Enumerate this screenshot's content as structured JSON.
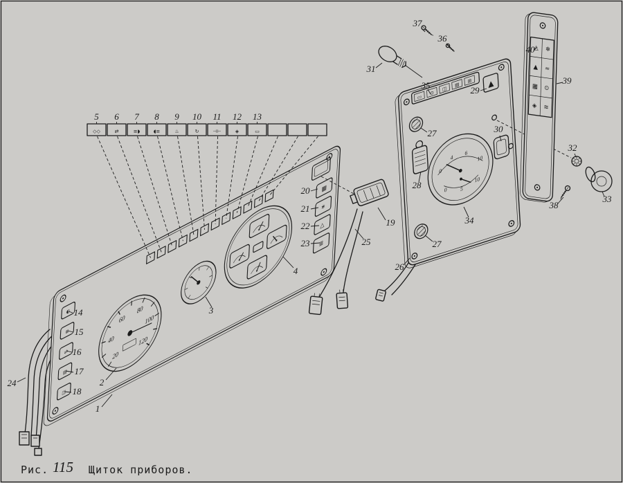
{
  "colors": {
    "bg": "#cccbc8",
    "line": "#1b1b1b"
  },
  "figure": {
    "prefix": "Рис.",
    "number": "115",
    "caption": "Щиток приборов."
  },
  "callouts": {
    "c1": "1",
    "c2": "2",
    "c3": "3",
    "c4": "4",
    "c5": "5",
    "c6": "6",
    "c7": "7",
    "c8": "8",
    "c9": "9",
    "c10": "10",
    "c11": "11",
    "c12": "12",
    "c13": "13",
    "c14": "14",
    "c15": "15",
    "c16": "16",
    "c17": "17",
    "c18": "18",
    "c19": "19",
    "c20": "20",
    "c21": "21",
    "c22": "22",
    "c23": "23",
    "c24": "24",
    "c25": "25",
    "c26": "26",
    "c27": "27",
    "c28": "28",
    "c29": "29",
    "c30": "30",
    "c31": "31",
    "c32": "32",
    "c33": "33",
    "c34": "34",
    "c35": "35",
    "c36": "36",
    "c37": "37",
    "c38": "38",
    "c39": "39",
    "c40": "40"
  },
  "speedometer": {
    "ticks": [
      "20",
      "40",
      "60",
      "80",
      "100",
      "120"
    ]
  },
  "combo_gauge": {
    "scale_top": [
      "0",
      "4",
      "6",
      "10"
    ],
    "scale_bottom": [
      "0",
      "5",
      "10"
    ]
  },
  "legend_strip": {
    "icons": [
      "◇◇",
      "⇄",
      "≡◗",
      "◖≡",
      "♨",
      "↻",
      "⊣⊢",
      "◈",
      "▭",
      "",
      "",
      ""
    ]
  },
  "main_panel": {
    "left_switch_icons": [
      "◐",
      "≣",
      "⇄",
      "▤",
      "◫"
    ],
    "right_switch_icons": [
      "▦",
      "∗",
      "△",
      "≣"
    ]
  },
  "sub_panel": {
    "strip_icons": [
      "▭",
      "⊙",
      "◫",
      "▤",
      "⊞"
    ],
    "triangle_button": "▲"
  },
  "legend_plate": {
    "icons": [
      "△",
      "❄",
      "▲",
      "≈",
      "▦",
      "⊙",
      "◈",
      "≋"
    ]
  }
}
